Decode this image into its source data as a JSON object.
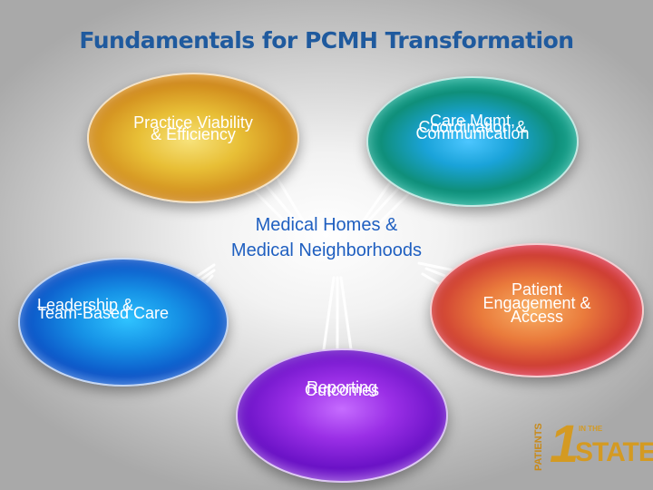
{
  "title": "Fundamentals for PCMH Transformation",
  "center": {
    "line1": "Medical Homes &",
    "line2": "Medical Neighborhoods"
  },
  "nodes": {
    "practice": [
      "Practice Viability",
      "& Efficiency"
    ],
    "care": [
      "Care Mgmt,",
      "Coordination &",
      "Communication"
    ],
    "leadership": [
      "Leadership &",
      "Team-Based Care"
    ],
    "patient": [
      "Patient",
      "Engagement &",
      "Access"
    ],
    "outcomes": [
      "Outcomes",
      "Reporting"
    ]
  },
  "logo": {
    "patients": "PATIENTS",
    "one": "1",
    "in_the": "IN THE",
    "state": "STATE"
  },
  "colors": {
    "title": "#1f5a9e",
    "center_text": "#1f5fc0",
    "practice": "#e0a22a",
    "care": "#14a6b0",
    "leadership": "#1670de",
    "patient": "#d8433a",
    "outcomes": "#7a1fd6",
    "logo": "#d49a22"
  }
}
